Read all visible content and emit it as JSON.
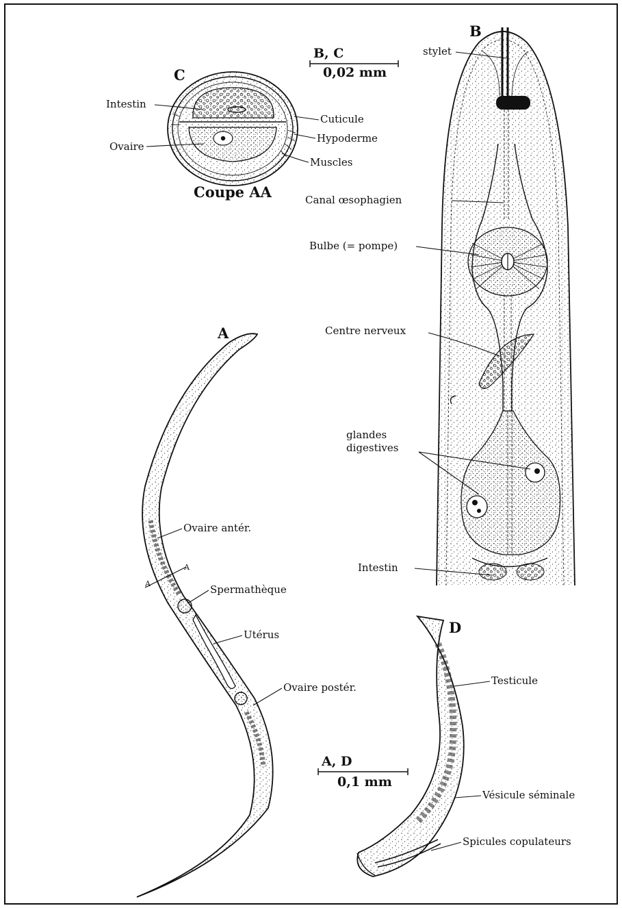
{
  "figures": {
    "A": {
      "letter": "A"
    },
    "B": {
      "letter": "B"
    },
    "C": {
      "letter": "C",
      "caption": "Coupe AA"
    },
    "D": {
      "letter": "D"
    }
  },
  "section_marks": {
    "left": "A",
    "right": "A"
  },
  "scale_bars": {
    "bc": {
      "label": "B, C",
      "value": "0,02 mm"
    },
    "ad": {
      "label": "A, D",
      "value": "0,1 mm"
    }
  },
  "labels": {
    "c_intestin": "Intestin",
    "c_cuticule": "Cuticule",
    "c_ovaire": "Ovaire",
    "c_hypoderme": "Hypoderme",
    "c_muscles": "Muscles",
    "b_stylet": "stylet",
    "b_canal": "Canal œsophagien",
    "b_bulbe": "Bulbe (= pompe)",
    "b_centre": "Centre nerveux",
    "b_glandes_1": "glandes",
    "b_glandes_2": "digestives",
    "b_intestin": "Intestin",
    "a_ovaire_anter": "Ovaire antér.",
    "a_spermatheque": "Spermathèque",
    "a_uterus": "Utérus",
    "a_ovaire_poster": "Ovaire postér.",
    "d_testicule": "Testicule",
    "d_vesicule": "Vésicule séminale",
    "d_spicules": "Spicules copulateurs"
  }
}
